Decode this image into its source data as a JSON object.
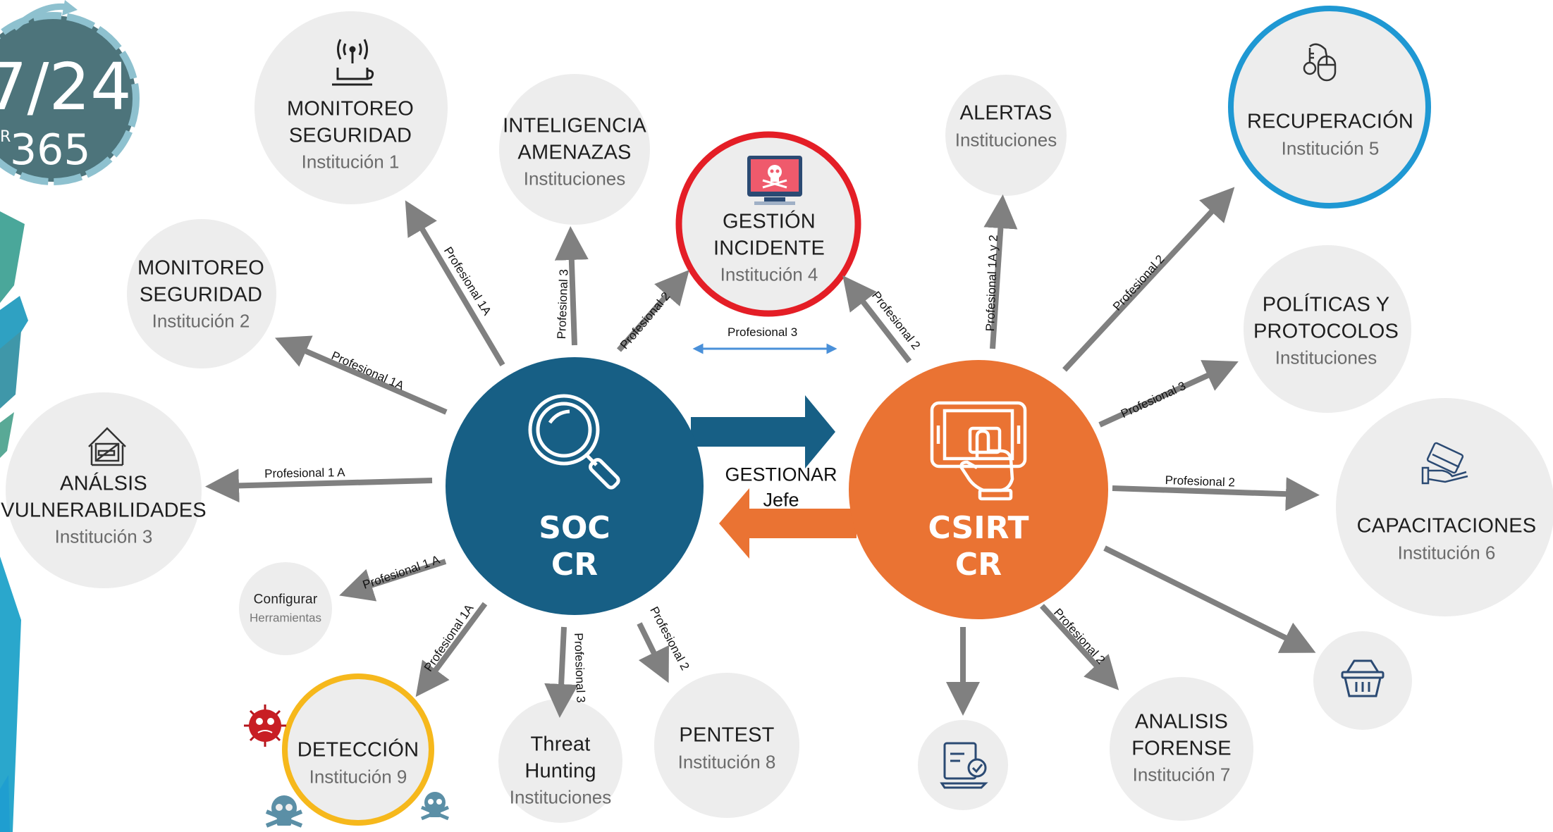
{
  "badge": {
    "big": "7/24",
    "small": "365",
    "prefix": "R"
  },
  "hubs": {
    "soc": {
      "line1": "SOC",
      "line2": "CR",
      "color": "#175f85"
    },
    "csirt": {
      "line1": "CSIRT",
      "line2": "CR",
      "color": "#ea7333"
    }
  },
  "center": {
    "line1": "GESTIONAR",
    "line2": "Jefe",
    "arrow_label": "Profesional 3"
  },
  "nodes": {
    "monitoreo1": {
      "title1": "MONITOREO",
      "title2": "SEGURIDAD",
      "sub": "Institución 1"
    },
    "inteligencia": {
      "title1": "INTELIGENCIA",
      "title2": "AMENAZAS",
      "sub": "Instituciones"
    },
    "gestion": {
      "title1": "GESTIÓN",
      "title2": "INCIDENTE",
      "sub": "Institución 4",
      "ring": "#e41e26"
    },
    "alertas": {
      "title1": "ALERTAS",
      "sub": "Instituciones"
    },
    "recuperacion": {
      "title1": "RECUPERACIÓN",
      "sub": "Institución 5",
      "ring": "#1f98d3"
    },
    "monitoreo2": {
      "title1": "MONITOREO",
      "title2": "SEGURIDAD",
      "sub": "Institución 2"
    },
    "politicas": {
      "title1": "POLÍTICAS Y",
      "title2": "PROTOCOLOS",
      "sub": "Instituciones"
    },
    "analisis": {
      "title1": "ANÁLSIS",
      "title2": "VULNERABILIDADES",
      "sub": "Institución 3"
    },
    "capacitaciones": {
      "title1": "CAPACITACIONES",
      "sub": "Institución 6"
    },
    "configurar": {
      "title1": "Configurar",
      "sub": "Herramientas"
    },
    "deteccion": {
      "title1": "DETECCIÓN",
      "sub": "Institución 9",
      "ring": "#f6b81c"
    },
    "threat": {
      "title1": "Threat",
      "title2": "Hunting",
      "sub": "Instituciones"
    },
    "pentest": {
      "title1": "PENTEST",
      "sub": "Institución 8"
    },
    "forense": {
      "title1": "ANALISIS",
      "title2": "FORENSE",
      "sub": "Institución 7"
    }
  },
  "arrow_labels": {
    "to_monitoreo1": "Profesional 1A",
    "to_inteligencia": "Profesional 3",
    "to_gestion_soc": "Profesional 2",
    "to_monitoreo2": "Profesional 1A",
    "to_analisis": "Profesional 1 A",
    "to_configurar": "Profesional 1 A",
    "to_deteccion": "Profesional 1A",
    "to_threat": "Profesional 3",
    "to_pentest": "Profesional 2",
    "to_gestion_csirt": "Profesional 2",
    "to_alertas": "Profesional 1A y 2",
    "to_recuperacion": "Profesional 2",
    "to_politicas": "Profesional 3",
    "to_capacitaciones": "Profesional 2",
    "to_forense": "Profesional 2"
  },
  "icons": {
    "monitoreo1": "wireless-cup-icon",
    "gestion": "skull-monitor-icon",
    "recuperacion": "key-mouse-icon",
    "analisis": "no-smoking-house-icon",
    "capacitaciones": "card-hand-icon",
    "soc": "magnifier-icon",
    "csirt": "tablet-touch-icon",
    "basket": "basket-icon",
    "laptop": "laptop-check-icon",
    "virus": "virus-icon",
    "skull": "skull-icon"
  },
  "colors": {
    "arrow": "#808080",
    "circle_fill": "#ededed",
    "blue_arrow": "#4a90d9"
  }
}
